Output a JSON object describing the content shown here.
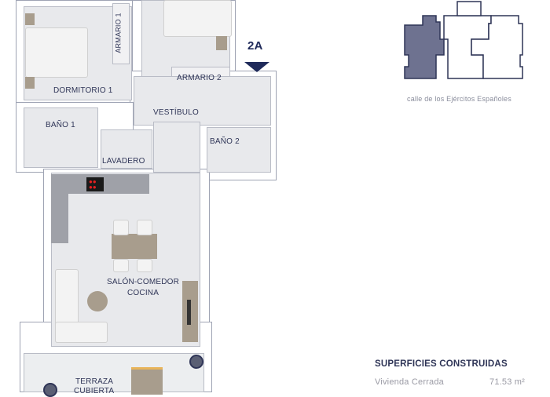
{
  "unit_marker": {
    "label": "2A",
    "color": "#1f2a5a"
  },
  "rooms": {
    "armario1": "ARMARIO 1",
    "dormitorio1": "DORMITORIO 1",
    "armario2": "ARMARIO 2",
    "vestibulo": "VESTÍBULO",
    "bano1": "BAÑO 1",
    "bano2": "BAÑO 2",
    "lavadero": "LAVADERO",
    "salon_line1": "SALÓN-COMEDOR",
    "salon_line2": "COCINA",
    "terraza_line1": "TERRAZA",
    "terraza_line2": "CUBIERTA"
  },
  "key_plan": {
    "caption": "calle de los Ejércitos Españoles",
    "highlight_color": "#6e7290"
  },
  "surfaces": {
    "title": "SUPERFICIES CONSTRUIDAS",
    "rows": [
      {
        "label": "Vivienda Cerrada",
        "value": "71.53 m²"
      }
    ]
  }
}
